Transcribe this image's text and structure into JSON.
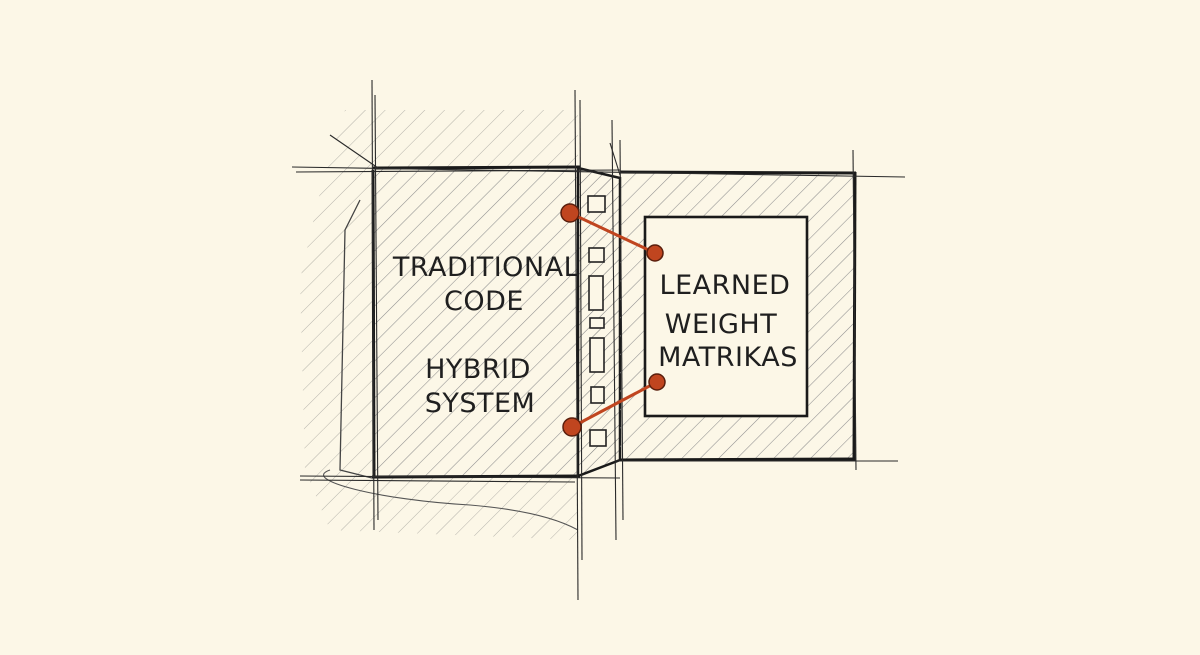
{
  "left_box": {
    "line1": "TRADITIONAL",
    "line2": "CODE",
    "line3": "HYBRID",
    "line4": "SYSTEM"
  },
  "right_box": {
    "line1": "LEARNED",
    "line2": "WEIGHT",
    "line3": "MATRIKAS"
  },
  "colors": {
    "background": "#fcf7e7",
    "ink": "#1f1f1f",
    "hatch": "#8a8a8a",
    "connector": "#c0451f"
  }
}
